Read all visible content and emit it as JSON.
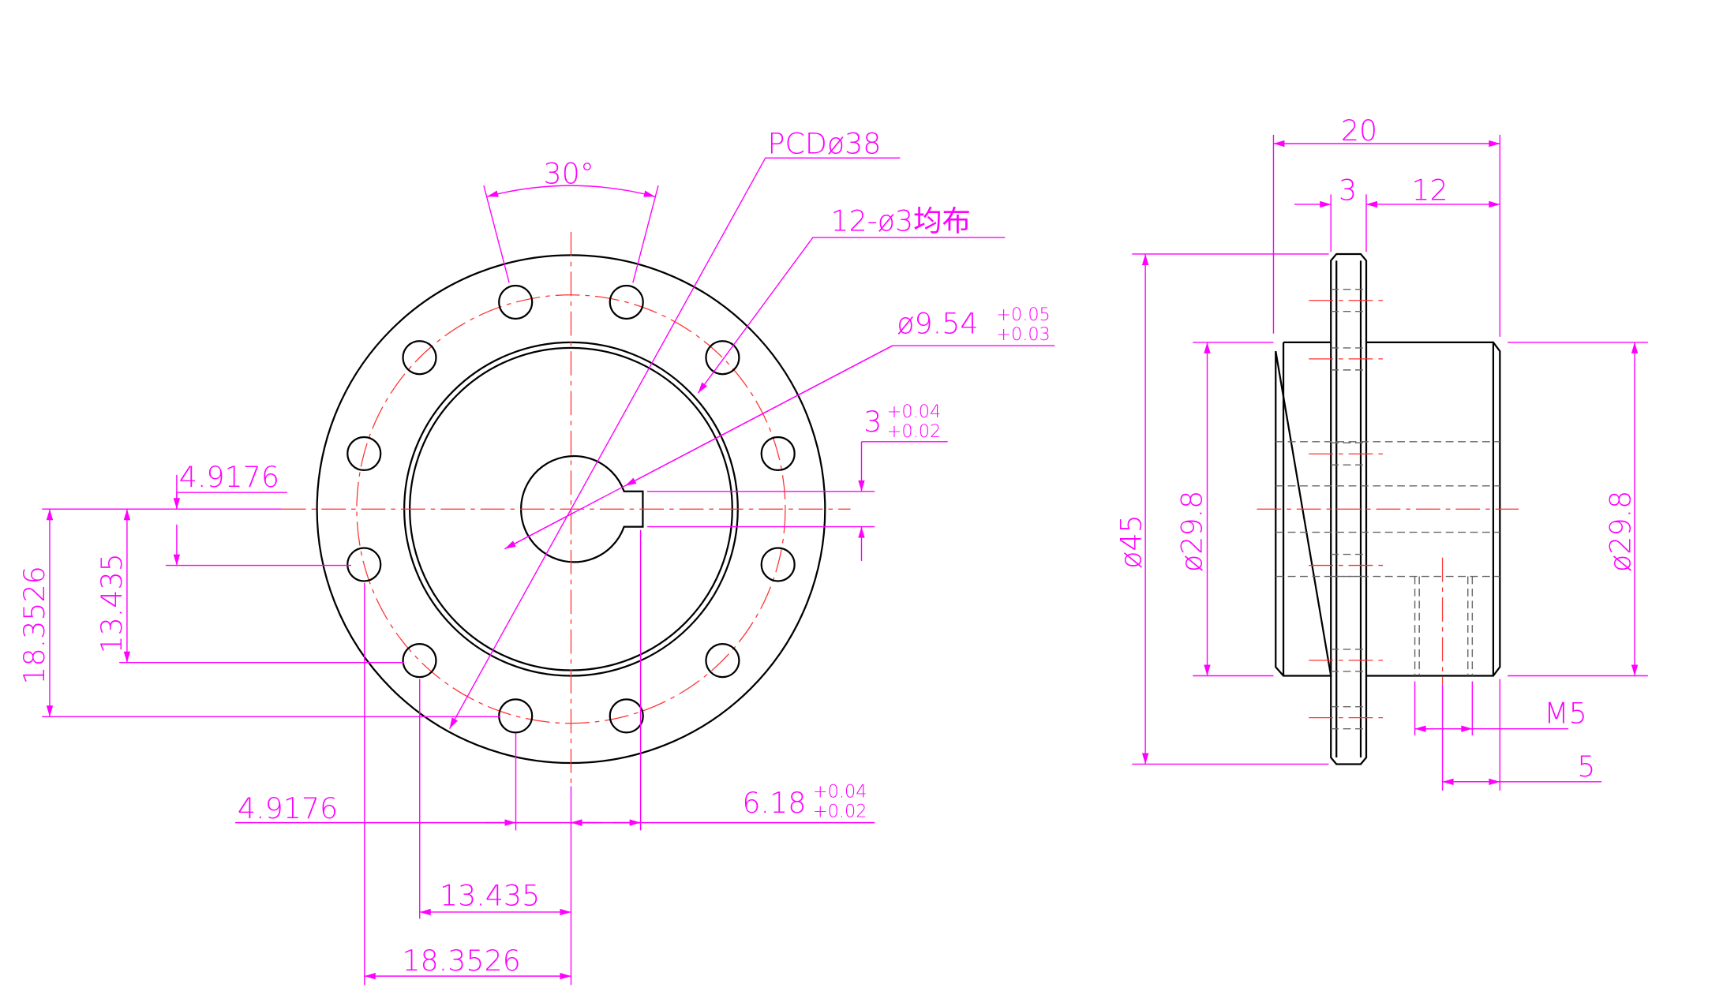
{
  "drawing": {
    "front_view": {
      "angle_label": "30°",
      "pcd_label": "PCDø38",
      "holes_label": "12-ø3均布",
      "bore_label": "ø9.54",
      "bore_tol_upper": "+0.05",
      "bore_tol_lower": "+0.03",
      "keyway_width_label": "3",
      "keyway_width_tol_upper": "+0.04",
      "keyway_width_tol_lower": "+0.02",
      "keyway_depth_label": "6.18",
      "keyway_depth_tol_upper": "+0.04",
      "keyway_depth_tol_lower": "+0.02",
      "dim_v_small": "4.9176",
      "dim_v_mid": "13.435",
      "dim_v_large": "18.3526",
      "dim_h_small": "4.9176",
      "dim_h_mid": "13.435",
      "dim_h_large": "18.3526"
    },
    "side_view": {
      "total_length": "20",
      "flange_thickness": "3",
      "hub_length": "12",
      "flange_diameter": "ø45",
      "hub_diameter_left": "ø29.8",
      "hub_diameter_right": "ø29.8",
      "thread_label": "M5",
      "thread_position": "5"
    },
    "colors": {
      "dimension": "#ff00ff",
      "centerline": "#ff3030",
      "outline": "#000000",
      "hidden": "#666666"
    }
  }
}
